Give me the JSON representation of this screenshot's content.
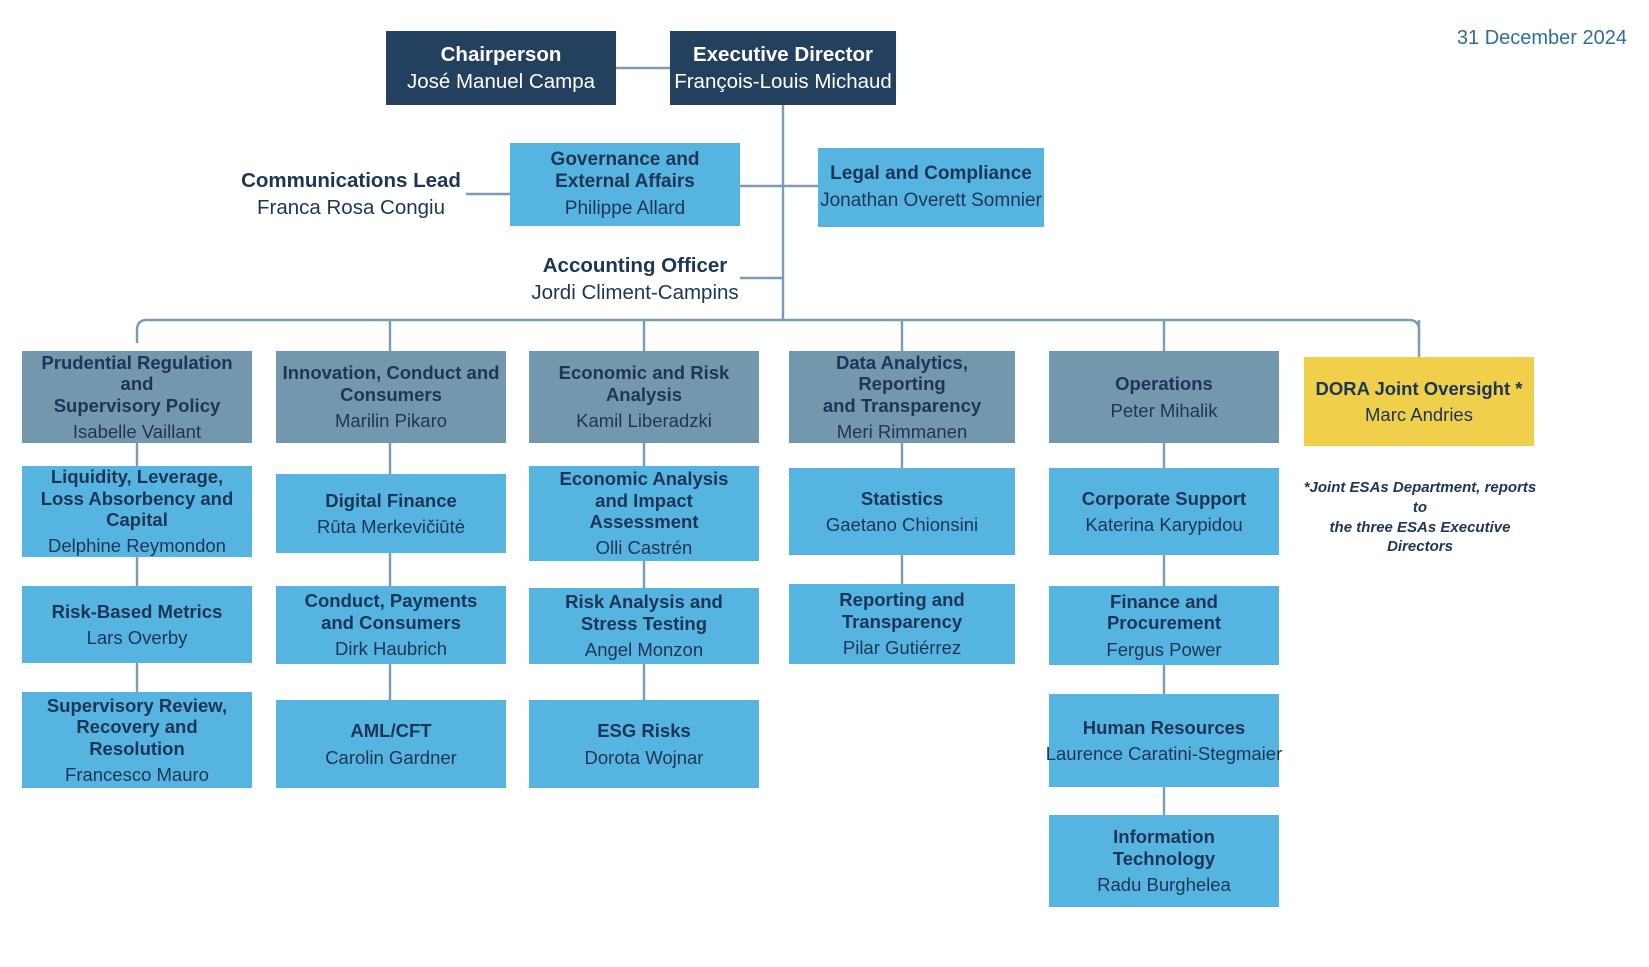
{
  "meta": {
    "date_label": "31 December 2024",
    "footnote": "*Joint ESAs Department, reports to\nthe three ESAs Executive Directors"
  },
  "colors": {
    "executive_fill": "#24405f",
    "executive_text": "#ffffff",
    "department_fill": "#7397ac",
    "unit_fill": "#56b4e0",
    "highlight_fill": "#f0cf4b",
    "text_navy": "#1d3557",
    "connector": "#7b9cb5",
    "date_text": "#2d6f9e"
  },
  "executives": [
    {
      "title": "Chairperson",
      "person": "José Manuel Campa"
    },
    {
      "title": "Executive Director",
      "person": "François-Louis Michaud"
    }
  ],
  "staff_functions": [
    {
      "title": "Communications Lead",
      "person": "Franca Rosa Congiu"
    },
    {
      "title": "Governance and\nExternal Affairs",
      "person": "Philippe Allard"
    },
    {
      "title": "Legal and Compliance",
      "person": "Jonathan Overett Somnier"
    },
    {
      "title": "Accounting Officer",
      "person": "Jordi Climent-Campins"
    }
  ],
  "departments": [
    {
      "title": "Prudential Regulation and\nSupervisory Policy",
      "person": "Isabelle Vaillant",
      "highlight": false,
      "units": [
        {
          "title": "Liquidity, Leverage,\nLoss Absorbency and\nCapital",
          "person": "Delphine Reymondon"
        },
        {
          "title": "Risk-Based Metrics",
          "person": "Lars Overby"
        },
        {
          "title": "Supervisory Review,\nRecovery and\nResolution",
          "person": "Francesco Mauro"
        }
      ]
    },
    {
      "title": "Innovation, Conduct and\nConsumers",
      "person": "Marilin Pikaro",
      "highlight": false,
      "units": [
        {
          "title": "Digital Finance",
          "person": "Rūta Merkevičiūtė"
        },
        {
          "title": "Conduct, Payments\nand Consumers",
          "person": "Dirk Haubrich"
        },
        {
          "title": "AML/CFT",
          "person": "Carolin Gardner"
        }
      ]
    },
    {
      "title": "Economic and Risk\nAnalysis",
      "person": "Kamil Liberadzki",
      "highlight": false,
      "units": [
        {
          "title": "Economic Analysis\nand Impact\nAssessment",
          "person": "Olli Castrén"
        },
        {
          "title": "Risk Analysis and\nStress Testing",
          "person": "Angel Monzon"
        },
        {
          "title": "ESG Risks",
          "person": "Dorota Wojnar"
        }
      ]
    },
    {
      "title": "Data Analytics, Reporting\nand Transparency",
      "person": "Meri Rimmanen",
      "highlight": false,
      "units": [
        {
          "title": "Statistics",
          "person": "Gaetano Chionsini"
        },
        {
          "title": "Reporting and\nTransparency",
          "person": "Pilar Gutiérrez"
        }
      ]
    },
    {
      "title": "Operations",
      "person": "Peter Mihalik",
      "highlight": false,
      "units": [
        {
          "title": "Corporate Support",
          "person": "Katerina Karypidou"
        },
        {
          "title": "Finance and\nProcurement",
          "person": "Fergus Power"
        },
        {
          "title": "Human Resources",
          "person": "Laurence Caratini-Stegmaier"
        },
        {
          "title": "Information\nTechnology",
          "person": "Radu Burghelea"
        }
      ]
    },
    {
      "title": "DORA Joint Oversight *",
      "person": "Marc Andries",
      "highlight": true,
      "units": []
    }
  ]
}
